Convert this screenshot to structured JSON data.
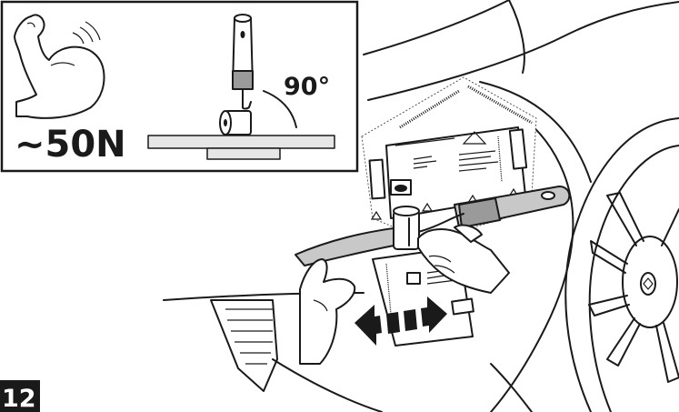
{
  "inset": {
    "force_label": "~50N",
    "angle_label": "90°"
  },
  "step_number": "12",
  "icons": {
    "strength": "flexed-arm-icon",
    "roller": "roller-tool-icon",
    "push_pull": "double-arrow-icon"
  },
  "colors": {
    "ink": "#1a1a1a",
    "tool_gray": "#c8c8c8",
    "substrate_gray": "#bdbdbd"
  }
}
